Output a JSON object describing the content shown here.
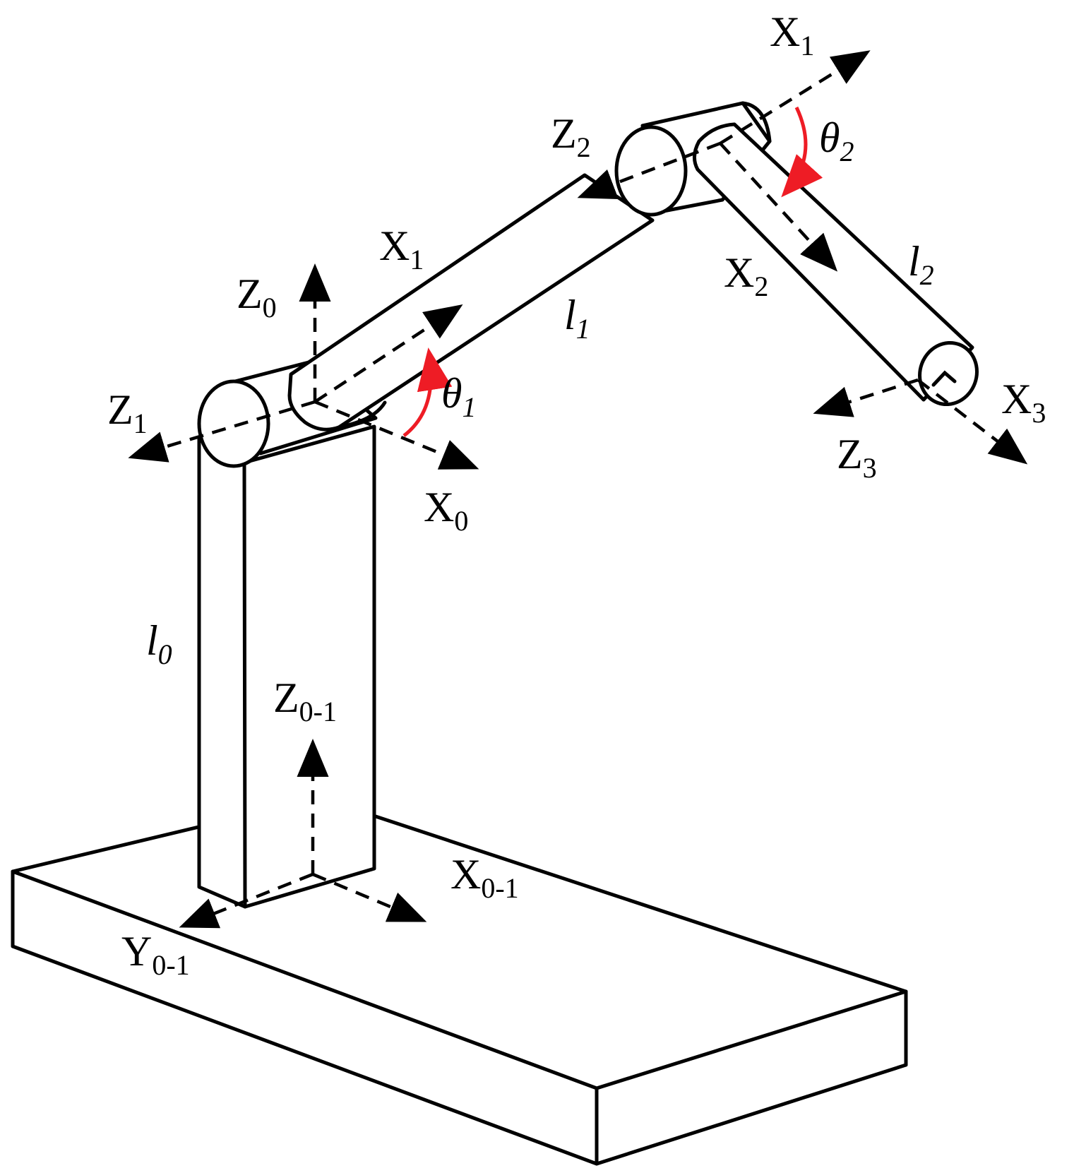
{
  "colors": {
    "line": "#000000",
    "angle": "#ee1c25",
    "background": "#ffffff"
  },
  "labels": {
    "z0": {
      "main": "Z",
      "sub": "0"
    },
    "z1": {
      "main": "Z",
      "sub": "1"
    },
    "z2": {
      "main": "Z",
      "sub": "2"
    },
    "z3": {
      "main": "Z",
      "sub": "3"
    },
    "x0": {
      "main": "X",
      "sub": "0"
    },
    "x1_link": {
      "main": "X",
      "sub": "1"
    },
    "x1_top": {
      "main": "X",
      "sub": "1"
    },
    "x2": {
      "main": "X",
      "sub": "2"
    },
    "x3": {
      "main": "X",
      "sub": "3"
    },
    "l0": {
      "main": "l",
      "sub": "0"
    },
    "l1": {
      "main": "l",
      "sub": "1"
    },
    "l2": {
      "main": "l",
      "sub": "2"
    },
    "theta1": {
      "main": "θ",
      "sub": "1"
    },
    "theta2": {
      "main": "θ",
      "sub": "2"
    },
    "z01": {
      "main": "Z",
      "sub": "0-1"
    },
    "x01": {
      "main": "X",
      "sub": "0-1"
    },
    "y01": {
      "main": "Y",
      "sub": "0-1"
    }
  }
}
